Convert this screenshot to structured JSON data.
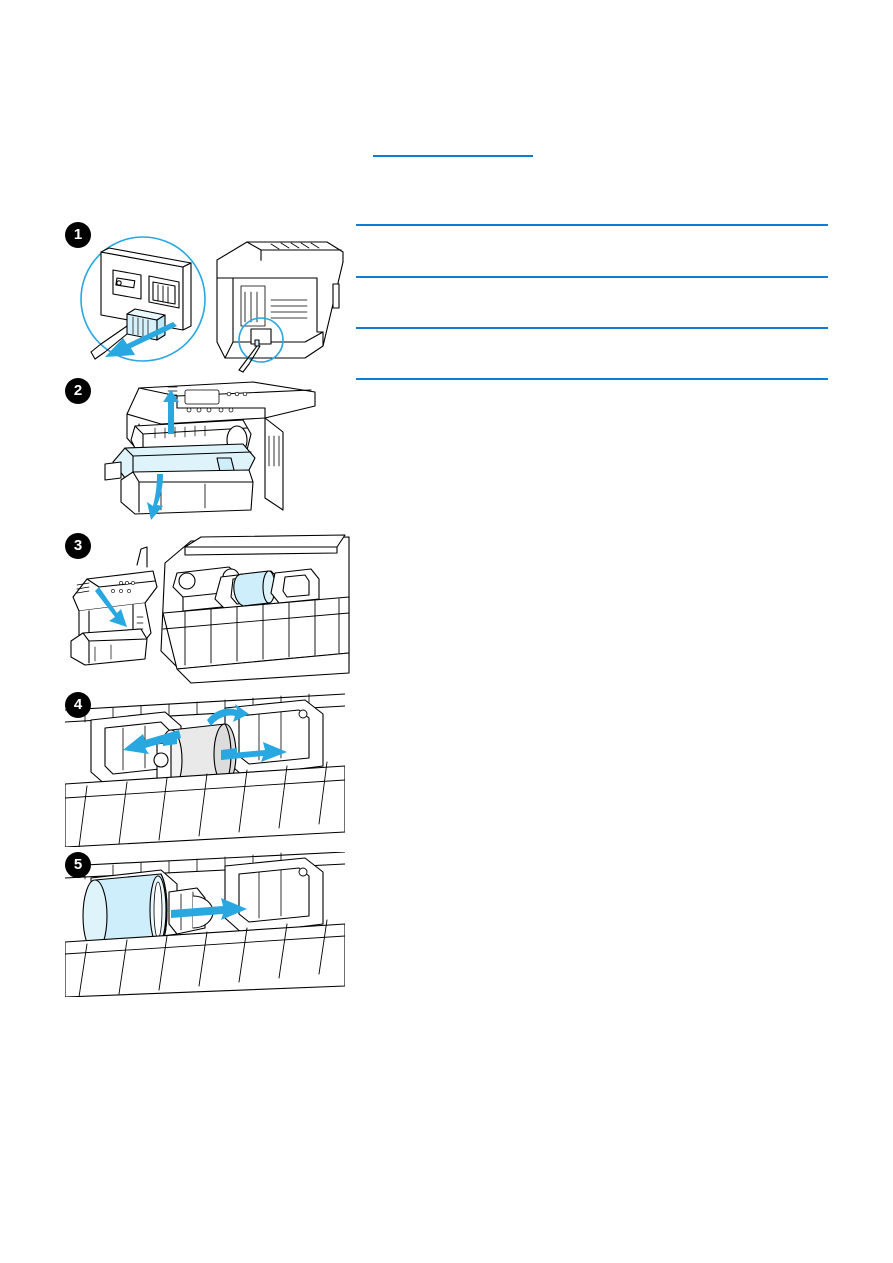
{
  "document": {
    "type": "printer-service-manual-page",
    "page_background": "#ffffff",
    "rule_color": "#0c7cd5",
    "line_art_color": "#000000",
    "accent_color": "#29a7e1",
    "highlight_fill": "#cfeefb"
  },
  "heading": {
    "underline_label": "",
    "text": ""
  },
  "body_rules": [
    {
      "label": ""
    },
    {
      "label": ""
    },
    {
      "label": ""
    },
    {
      "label": ""
    }
  ],
  "steps": [
    {
      "number": "1",
      "caption": "",
      "illustration": "printer-rear-unplug-power-cord"
    },
    {
      "number": "2",
      "caption": "",
      "illustration": "printer-front-door-open-cartridge-removed"
    },
    {
      "number": "3",
      "caption": "",
      "illustration": "printer-interior-pickup-roller-location"
    },
    {
      "number": "4",
      "caption": "",
      "illustration": "pickup-roller-release-tabs"
    },
    {
      "number": "5",
      "caption": "",
      "illustration": "pickup-roller-slide-out"
    }
  ]
}
